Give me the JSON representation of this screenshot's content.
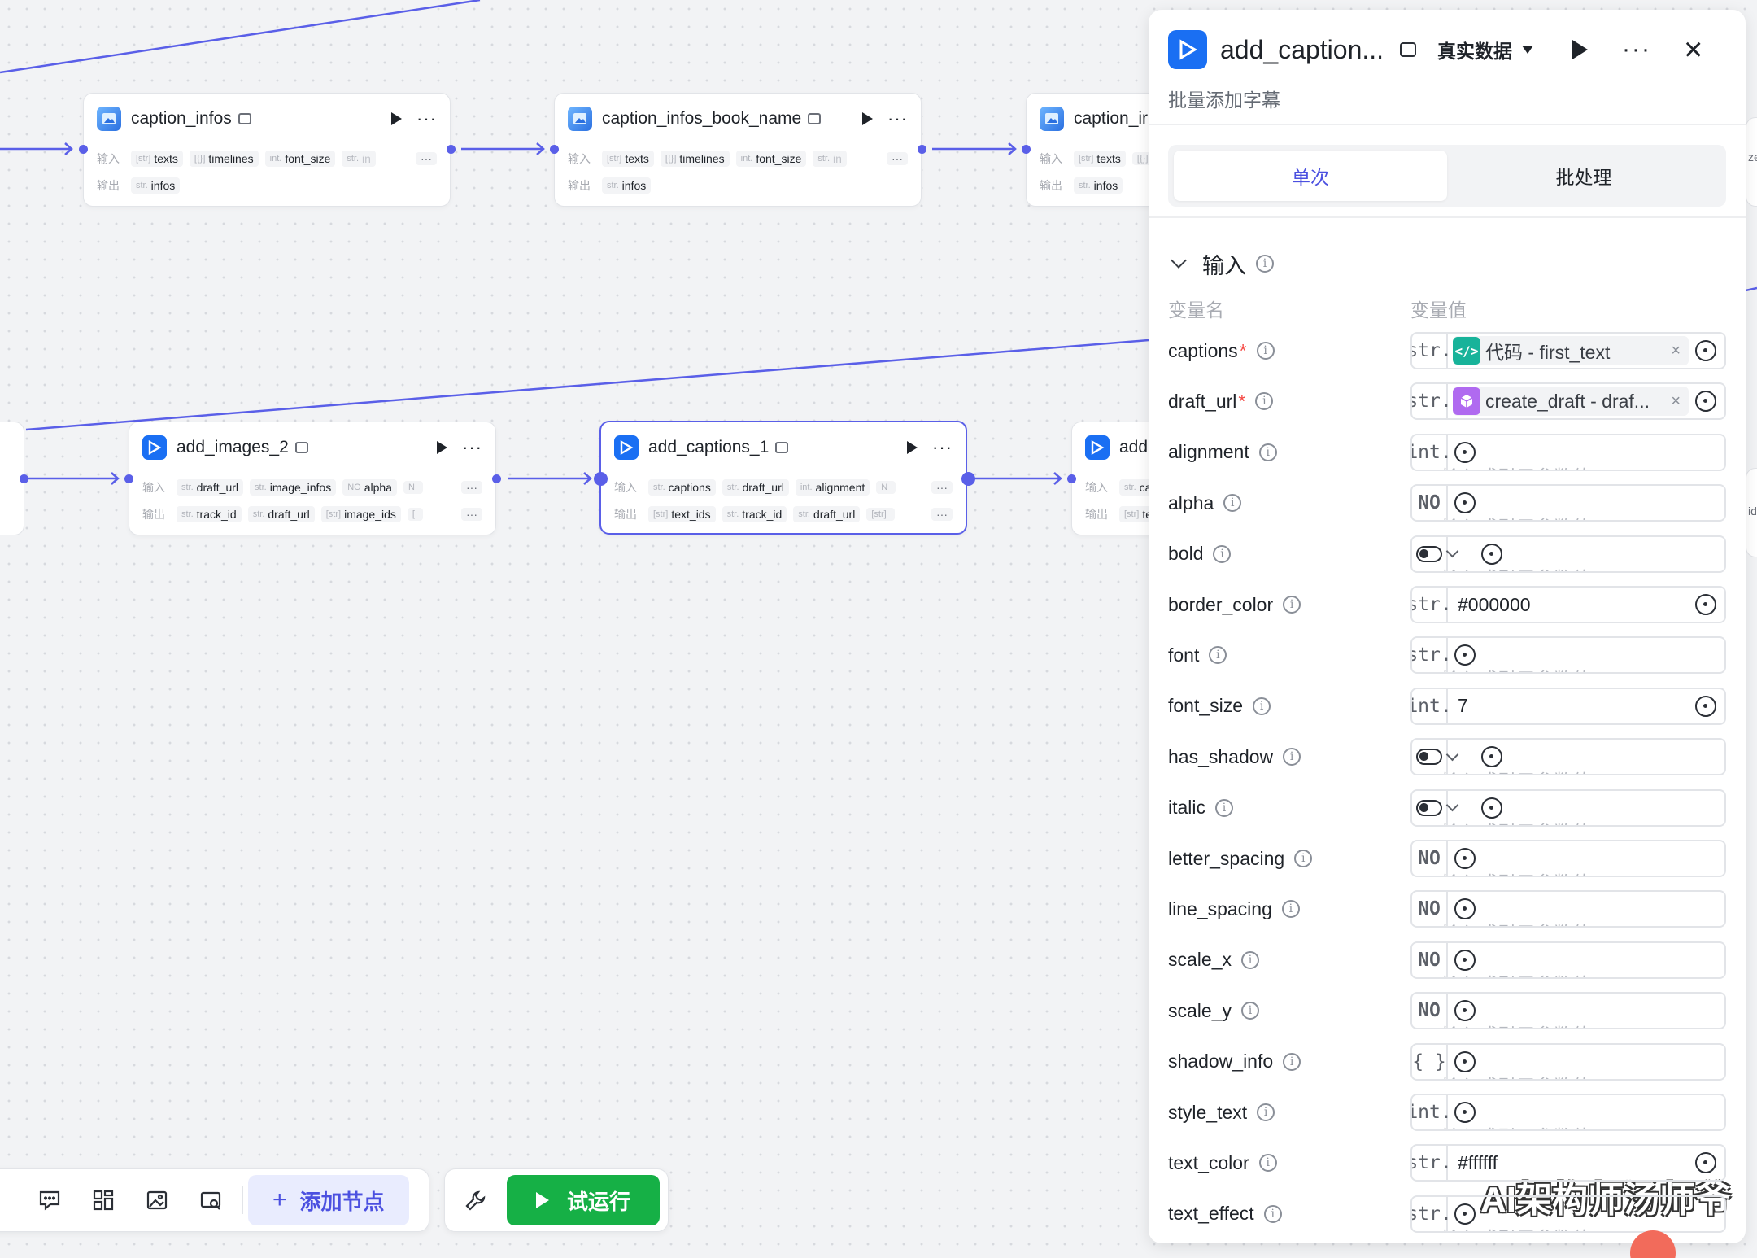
{
  "canvas": {
    "nodes": [
      {
        "title": "caption_infos",
        "in_label": "输入",
        "out_label": "输出",
        "inputs": [
          {
            "t": "[str]",
            "n": "texts"
          },
          {
            "t": "[{}]",
            "n": "timelines"
          },
          {
            "t": "int.",
            "n": "font_size"
          },
          {
            "t": "str.",
            "n": "in"
          }
        ],
        "outputs": [
          {
            "t": "str.",
            "n": "infos"
          }
        ]
      },
      {
        "title": "caption_infos_book_name",
        "in_label": "输入",
        "out_label": "输出",
        "inputs": [
          {
            "t": "[str]",
            "n": "texts"
          },
          {
            "t": "[{}]",
            "n": "timelines"
          },
          {
            "t": "int.",
            "n": "font_size"
          },
          {
            "t": "str.",
            "n": "in"
          }
        ],
        "outputs": [
          {
            "t": "str.",
            "n": "infos"
          }
        ]
      },
      {
        "title": "caption_ir",
        "in_label": "输入",
        "out_label": "输出",
        "inputs": [
          {
            "t": "[str]",
            "n": "texts"
          },
          {
            "t": "[{}]",
            "n": ""
          }
        ],
        "outputs": [
          {
            "t": "str.",
            "n": "infos"
          }
        ]
      },
      {
        "title": "add_images_2",
        "in_label": "输入",
        "out_label": "输出",
        "inputs": [
          {
            "t": "str.",
            "n": "draft_url"
          },
          {
            "t": "str.",
            "n": "image_infos"
          },
          {
            "t": "NO",
            "n": "alpha"
          },
          {
            "t": "N",
            "n": ""
          }
        ],
        "outputs": [
          {
            "t": "str.",
            "n": "track_id"
          },
          {
            "t": "str.",
            "n": "draft_url"
          },
          {
            "t": "[str]",
            "n": "image_ids"
          },
          {
            "t": "[",
            "n": ""
          }
        ]
      },
      {
        "title": "add_captions_1",
        "in_label": "输入",
        "out_label": "输出",
        "inputs": [
          {
            "t": "str.",
            "n": "captions"
          },
          {
            "t": "str.",
            "n": "draft_url"
          },
          {
            "t": "int.",
            "n": "alignment"
          },
          {
            "t": "N",
            "n": ""
          }
        ],
        "outputs": [
          {
            "t": "[str]",
            "n": "text_ids"
          },
          {
            "t": "str.",
            "n": "track_id"
          },
          {
            "t": "str.",
            "n": "draft_url"
          },
          {
            "t": "[str]",
            "n": ""
          }
        ]
      },
      {
        "title": "add",
        "in_label": "输入",
        "out_label": "输出",
        "inputs": [
          {
            "t": "str.",
            "n": "ca"
          }
        ],
        "outputs": [
          {
            "t": "[str]",
            "n": "te"
          }
        ]
      }
    ],
    "peek_labels": {
      "right_top": "ze",
      "right_mid": "ids"
    }
  },
  "toolbar": {
    "add_node_label": "添加节点",
    "run_label": "试运行",
    "icons": [
      "comment-icon",
      "grid-icon",
      "image-icon",
      "preview-icon",
      "wrench-icon"
    ]
  },
  "panel": {
    "title": "add_caption...",
    "data_mode": "真实数据",
    "subtitle": "批量添加字幕",
    "tabs": [
      "单次",
      "批处理"
    ],
    "active_tab": 0,
    "section_title": "输入",
    "col_name": "变量名",
    "col_value": "变量值",
    "placeholder": "输入或引用参数值",
    "params": [
      {
        "name": "captions",
        "required": true,
        "type": "str.",
        "ref": {
          "kind": "code",
          "text": "代码 - first_text"
        }
      },
      {
        "name": "draft_url",
        "required": true,
        "type": "str.",
        "ref": {
          "kind": "draft",
          "text": "create_draft - draf..."
        }
      },
      {
        "name": "alignment",
        "type": "int.",
        "value": ""
      },
      {
        "name": "alpha",
        "type": "NO",
        "value": ""
      },
      {
        "name": "bold",
        "type": "toggle",
        "value": "",
        "dropdown": true
      },
      {
        "name": "border_color",
        "type": "str.",
        "value": "#000000"
      },
      {
        "name": "font",
        "type": "str.",
        "value": ""
      },
      {
        "name": "font_size",
        "type": "int.",
        "value": "7"
      },
      {
        "name": "has_shadow",
        "type": "toggle",
        "value": "",
        "dropdown": true
      },
      {
        "name": "italic",
        "type": "toggle",
        "value": "",
        "dropdown": true
      },
      {
        "name": "letter_spacing",
        "type": "NO",
        "value": ""
      },
      {
        "name": "line_spacing",
        "type": "NO",
        "value": ""
      },
      {
        "name": "scale_x",
        "type": "NO",
        "value": ""
      },
      {
        "name": "scale_y",
        "type": "NO",
        "value": ""
      },
      {
        "name": "shadow_info",
        "type": "{ }",
        "value": ""
      },
      {
        "name": "style_text",
        "type": "int.",
        "value": ""
      },
      {
        "name": "text_color",
        "type": "str.",
        "value": "#ffffff"
      },
      {
        "name": "text_effect",
        "type": "str.",
        "value": ""
      }
    ]
  },
  "watermark": "AI架构师汤师爷",
  "colors": {
    "accent": "#5a5fe8",
    "run": "#16b046",
    "required": "#f54a45",
    "node_icon": "#1a6ff3"
  }
}
